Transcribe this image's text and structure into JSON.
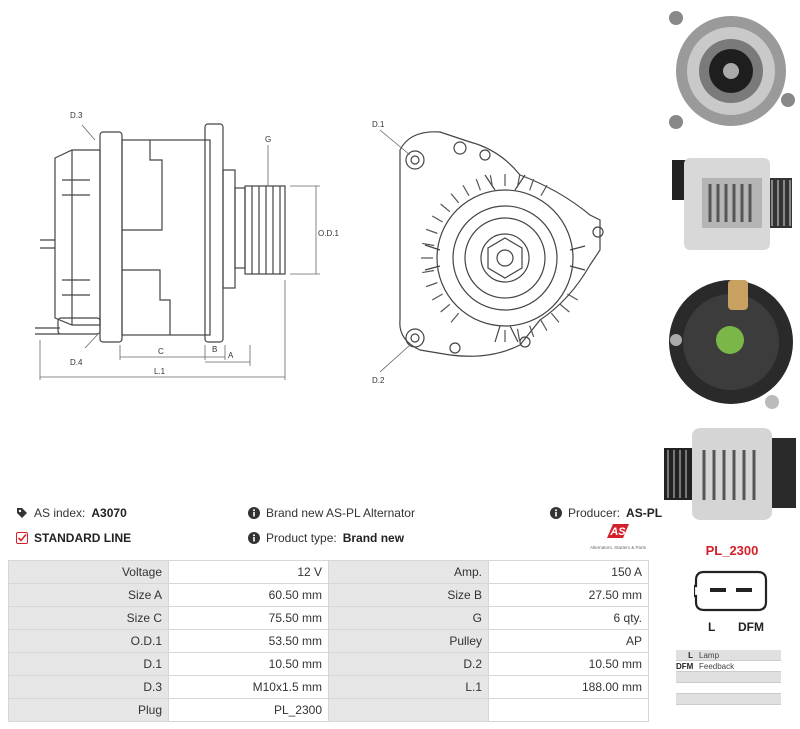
{
  "drawing_labels": {
    "d3": "D.3",
    "d4": "D.4",
    "g": "G",
    "od1": "O.D.1",
    "c": "C",
    "b": "B",
    "a": "A",
    "l1": "L.1",
    "d1": "D.1",
    "d2": "D.2"
  },
  "header": {
    "as_index_label": "AS index:",
    "as_index_value": "A3070",
    "brand_new_text": "Brand new AS-PL Alternator",
    "producer_label": "Producer:",
    "producer_value": "AS-PL",
    "standard_line": "STANDARD LINE",
    "product_type_label": "Product type:",
    "product_type_value": "Brand new",
    "logo_text": "AS",
    "logo_subtext": "Alternators, Starters & Parts"
  },
  "specs": [
    [
      "Voltage",
      "12 V",
      "Amp.",
      "150 A"
    ],
    [
      "Size A",
      "60.50 mm",
      "Size B",
      "27.50 mm"
    ],
    [
      "Size C",
      "75.50 mm",
      "G",
      "6 qty."
    ],
    [
      "O.D.1",
      "53.50 mm",
      "Pulley",
      "AP"
    ],
    [
      "D.1",
      "10.50 mm",
      "D.2",
      "10.50 mm"
    ],
    [
      "D.3",
      "M10x1.5 mm",
      "L.1",
      "188.00 mm"
    ],
    [
      "Plug",
      "PL_2300",
      "",
      ""
    ]
  ],
  "plug": {
    "title": "PL_2300",
    "pin_l": "L",
    "pin_dfm": "DFM"
  },
  "legend": [
    {
      "key": "L",
      "value": "Lamp"
    },
    {
      "key": "DFM",
      "value": "Feedback"
    }
  ],
  "colors": {
    "accent": "#d4202a",
    "label_bg": "#e6e6e6",
    "border": "#d6d6d6"
  }
}
